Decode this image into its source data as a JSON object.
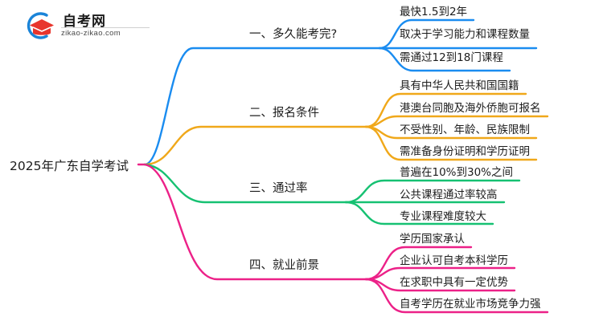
{
  "logo": {
    "name": "zikao-logo",
    "title_cn": "自考网",
    "url": "zikao-zikao.com",
    "mark_icon": "graduation-cap-icon",
    "arc_color": "#1b84d8",
    "cap_color": "#e8352d"
  },
  "mindmap": {
    "root": {
      "label": "2025年广东自学考试"
    },
    "branches": [
      {
        "label": "一、多久能考完?",
        "color": "#1a8cf0",
        "children": [
          {
            "label": "最快1.5到2年"
          },
          {
            "label": "取决于学习能力和课程数量"
          },
          {
            "label": "需通过12到18门课程"
          }
        ]
      },
      {
        "label": "二、报名条件",
        "color": "#f0a81a",
        "children": [
          {
            "label": "具有中华人民共和国国籍"
          },
          {
            "label": "港澳台同胞及海外侨胞可报名"
          },
          {
            "label": "不受性别、年龄、民族限制"
          },
          {
            "label": "需准备身份证明和学历证明"
          }
        ]
      },
      {
        "label": "三、通过率",
        "color": "#16c172",
        "children": [
          {
            "label": "普遍在10%到30%之间"
          },
          {
            "label": "公共课程通过率较高"
          },
          {
            "label": "专业课程难度较大"
          }
        ]
      },
      {
        "label": "四、就业前景",
        "color": "#ec2188",
        "children": [
          {
            "label": "学历国家承认"
          },
          {
            "label": "企业认可自考本科学历"
          },
          {
            "label": "在求职中具有一定优势"
          },
          {
            "label": "自考学历在就业市场竞争力强"
          }
        ]
      }
    ]
  }
}
